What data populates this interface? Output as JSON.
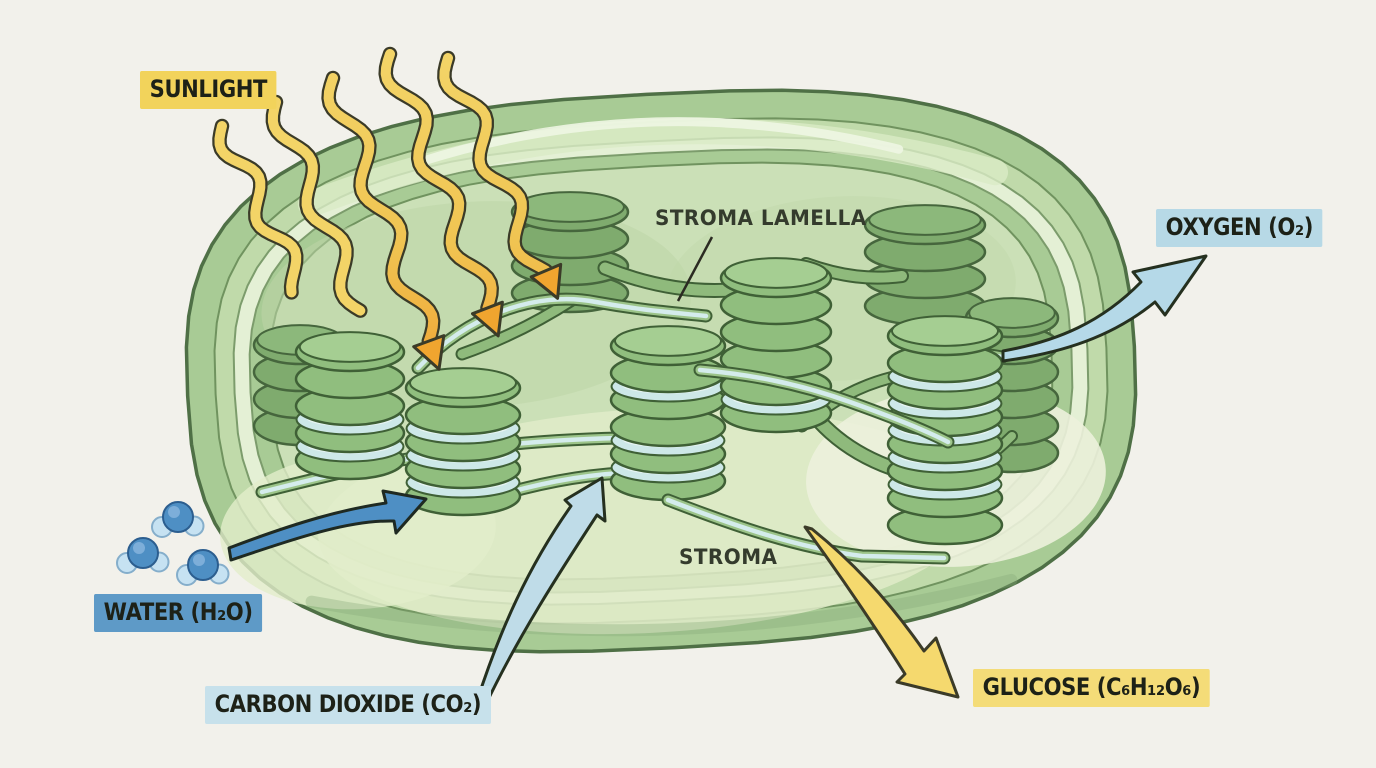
{
  "labels": {
    "sunlight": "SUNLIGHT",
    "water": "WATER (H₂O)",
    "carbon_dioxide": "CARBON DIOXIDE (CO₂)",
    "oxygen": "OXYGEN (O₂)",
    "glucose": "GLUCOSE (C₆H₁₂O₆)",
    "stroma_lamella": "STROMA LAMELLA",
    "stroma": "STROMA"
  },
  "colors": {
    "background": "#F2F1EB",
    "sunlight_label_bg": "#F2D35B",
    "oxygen_label_bg": "#B7D9E6",
    "water_label_bg": "#5E9AC7",
    "carbon_dioxide_label_bg": "#C7E1EB",
    "glucose_label_bg": "#F4DC78",
    "label_text": "#1D2117",
    "chloroplast_outer": "#A8CB95",
    "chloroplast_interior": "#CBE0B7",
    "granum_disk": "#90BE7E",
    "granum_disk_back": "#7FAB6E",
    "granum_outline": "#3F6036",
    "thylakoid_band": "#CDE8E8",
    "sun_ray": "#F3D467",
    "sun_ray_arrowhead": "#F0A52F",
    "water_arrow": "#4E8FC4",
    "co2_arrow": "#BFDCE8",
    "o2_arrow": "#B5D9E8",
    "glucose_arrow": "#F5D96E"
  }
}
